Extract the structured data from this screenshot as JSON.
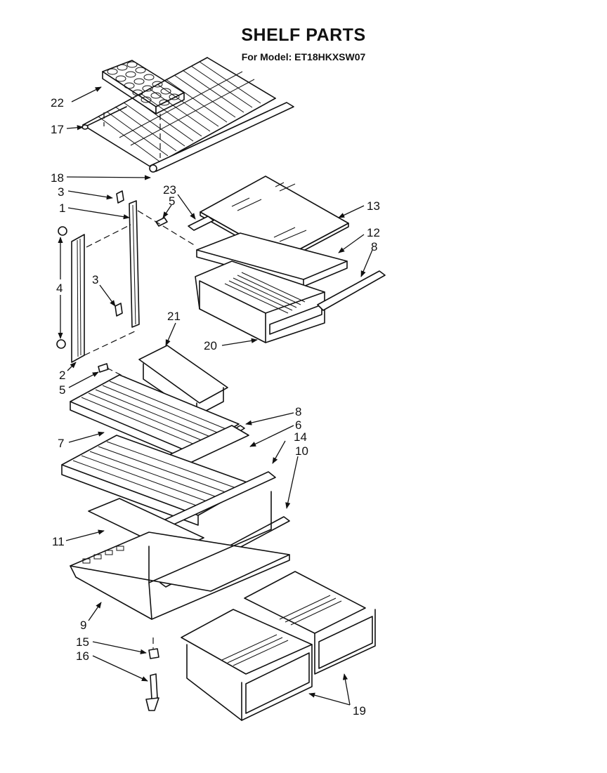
{
  "header": {
    "title": "SHELF PARTS",
    "model_line": "For Model: ET18HKXSW07"
  },
  "callouts": [
    {
      "id": "c22",
      "label": "22"
    },
    {
      "id": "c17",
      "label": "17"
    },
    {
      "id": "c18",
      "label": "18"
    },
    {
      "id": "c23",
      "label": "23"
    },
    {
      "id": "c3a",
      "label": "3"
    },
    {
      "id": "c5a",
      "label": "5"
    },
    {
      "id": "c1",
      "label": "1"
    },
    {
      "id": "c13",
      "label": "13"
    },
    {
      "id": "c12",
      "label": "12"
    },
    {
      "id": "c8a",
      "label": "8"
    },
    {
      "id": "c4",
      "label": "4"
    },
    {
      "id": "c3b",
      "label": "3"
    },
    {
      "id": "c21",
      "label": "21"
    },
    {
      "id": "c20",
      "label": "20"
    },
    {
      "id": "c2",
      "label": "2"
    },
    {
      "id": "c5b",
      "label": "5"
    },
    {
      "id": "c8b",
      "label": "8"
    },
    {
      "id": "c6",
      "label": "6"
    },
    {
      "id": "c7",
      "label": "7"
    },
    {
      "id": "c14",
      "label": "14"
    },
    {
      "id": "c10",
      "label": "10"
    },
    {
      "id": "c11",
      "label": "11"
    },
    {
      "id": "c9",
      "label": "9"
    },
    {
      "id": "c15",
      "label": "15"
    },
    {
      "id": "c16",
      "label": "16"
    },
    {
      "id": "c19",
      "label": "19"
    }
  ]
}
